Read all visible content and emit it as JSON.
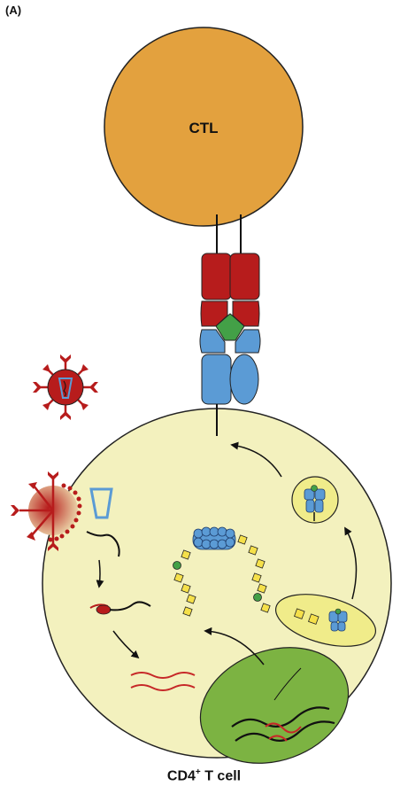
{
  "panel_label": "(A)",
  "ctl_label": "CTL",
  "cell_label": {
    "main": "CD4",
    "sup": "+",
    "rest": " T cell"
  },
  "colors": {
    "ctl_fill": "#E3A13E",
    "cell_fill": "#F3F1BE",
    "nucleus_fill": "#7CB342",
    "er_fill": "#F0EC8A",
    "tcr_red": "#B71C1C",
    "mhc_blue": "#5B9BD5",
    "peptide_green": "#43A047",
    "peptide_yellow": "#F5E04A",
    "virus_red": "#C62828",
    "rna_red": "#C62828"
  },
  "icons": [
    "virus-icon",
    "proteasome-icon",
    "tcr-icon",
    "mhc-icon",
    "nucleus-icon",
    "er-icon",
    "vesicle-icon",
    "rna-strand-icon"
  ]
}
